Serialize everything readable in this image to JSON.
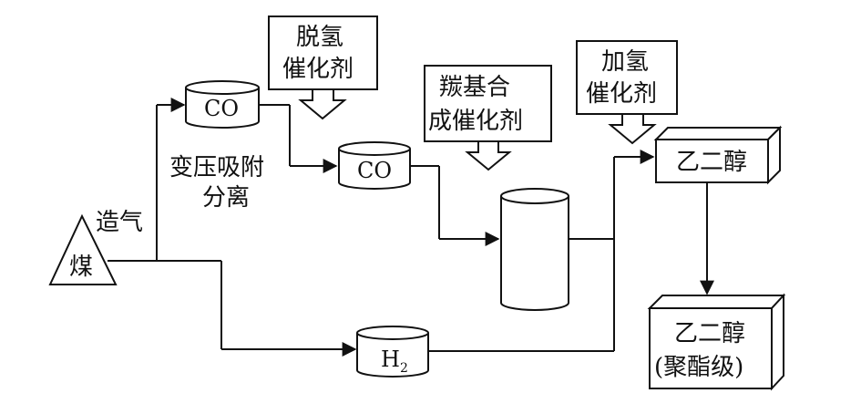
{
  "diagram": {
    "coal_label": "煤",
    "gasify_label": "造气",
    "psa_label_line1": "变压吸附",
    "psa_label_line2": "分离",
    "co_top": "CO",
    "co_mid": "CO",
    "h2_base": "H",
    "h2_sub": "2",
    "dehydro_cat_line1": "脱氢",
    "dehydro_cat_line2": "催化剂",
    "carbonyl_cat_line1": "羰基合",
    "carbonyl_cat_line2": "成催化剂",
    "hydro_cat_line1": "加氢",
    "hydro_cat_line2": "催化剂",
    "eg_box": "乙二醇",
    "eg_poly_line1": "乙二醇",
    "eg_poly_line2": "(聚酯级)"
  },
  "colors": {
    "stroke": "#111111",
    "background": "#ffffff"
  }
}
